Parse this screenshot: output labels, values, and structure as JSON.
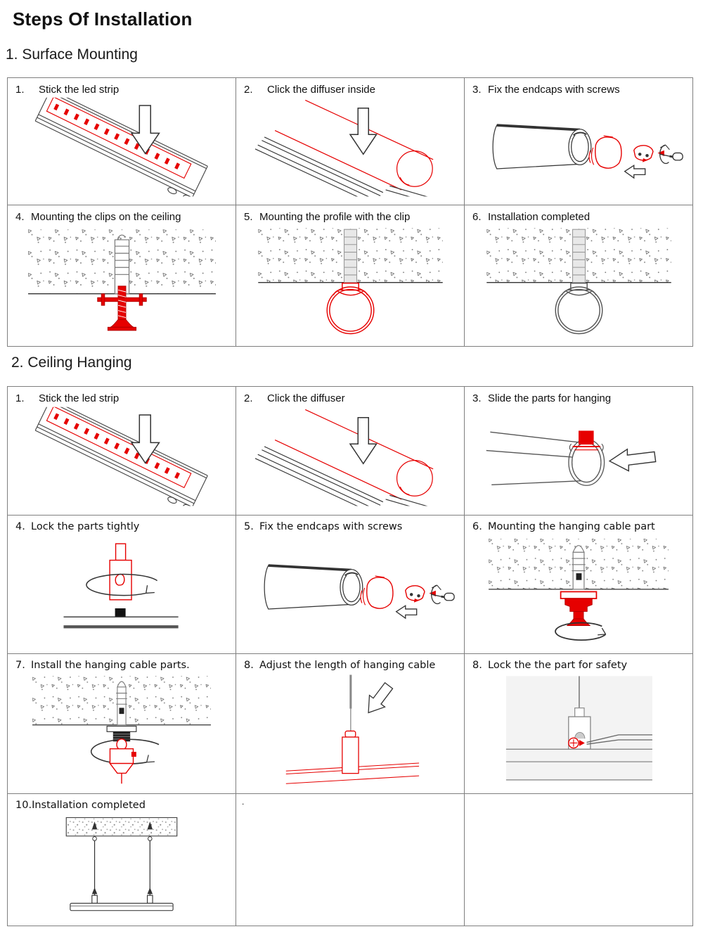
{
  "page": {
    "title": "Steps Of Installation"
  },
  "colors": {
    "accent_red": "#e60000",
    "line_black": "#333333",
    "table_border": "#7f7f7f",
    "panel_gray": "#f3f3f3"
  },
  "sections": [
    {
      "heading": "1. Surface Mounting",
      "steps": [
        {
          "num": "1.",
          "text": "Stick the led strip"
        },
        {
          "num": "2.",
          "text": "Click the diffuser inside"
        },
        {
          "num": "3.",
          "text": "Fix the endcaps with screws"
        },
        {
          "num": "4.",
          "text": "Mounting the clips on the ceiling"
        },
        {
          "num": "5.",
          "text": "Mounting the profile with the clip"
        },
        {
          "num": "6.",
          "text": "Installation completed"
        }
      ]
    },
    {
      "heading": "2. Ceiling Hanging",
      "steps": [
        {
          "num": "1.",
          "text": "Stick the led strip"
        },
        {
          "num": "2.",
          "text": "Click the diffuser"
        },
        {
          "num": "3.",
          "text": "Slide the parts for hanging"
        },
        {
          "num": "4.",
          "text": "Lock the parts tightly"
        },
        {
          "num": "5.",
          "text": "Fix the endcaps with screws"
        },
        {
          "num": "6.",
          "text": "Mounting the hanging cable part"
        },
        {
          "num": "7.",
          "text": "Install the hanging cable parts."
        },
        {
          "num": "8.",
          "text": "Adjust the length of hanging cable"
        },
        {
          "num": "8.",
          "text": "Lock the the part for safety"
        },
        {
          "num": "10.",
          "text": "Installation completed"
        },
        {
          "num": "",
          "text": "."
        },
        {
          "num": "",
          "text": ""
        }
      ]
    }
  ]
}
